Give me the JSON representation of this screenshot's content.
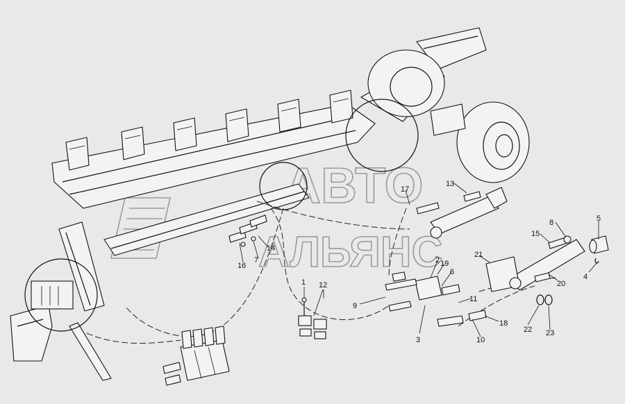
{
  "watermark": {
    "line1": "АВТО",
    "line2": "АЛЬЯНС"
  },
  "callouts": [
    {
      "id": "c1",
      "text": "1"
    },
    {
      "id": "c2",
      "text": "2"
    },
    {
      "id": "c3",
      "text": "3"
    },
    {
      "id": "c4",
      "text": "4"
    },
    {
      "id": "c5",
      "text": "5"
    },
    {
      "id": "c6",
      "text": "6"
    },
    {
      "id": "c7",
      "text": "7"
    },
    {
      "id": "c8",
      "text": "8"
    },
    {
      "id": "c9",
      "text": "9"
    },
    {
      "id": "c10",
      "text": "10"
    },
    {
      "id": "c11",
      "text": "11"
    },
    {
      "id": "c12",
      "text": "12"
    },
    {
      "id": "c13",
      "text": "13"
    },
    {
      "id": "c14",
      "text": "14"
    },
    {
      "id": "c15",
      "text": "15"
    },
    {
      "id": "c16",
      "text": "16"
    },
    {
      "id": "c17",
      "text": "17"
    },
    {
      "id": "c18",
      "text": "18"
    },
    {
      "id": "c19",
      "text": "19"
    },
    {
      "id": "c20",
      "text": "20"
    },
    {
      "id": "c21",
      "text": "21"
    },
    {
      "id": "c22",
      "text": "22"
    },
    {
      "id": "c23",
      "text": "23"
    }
  ]
}
